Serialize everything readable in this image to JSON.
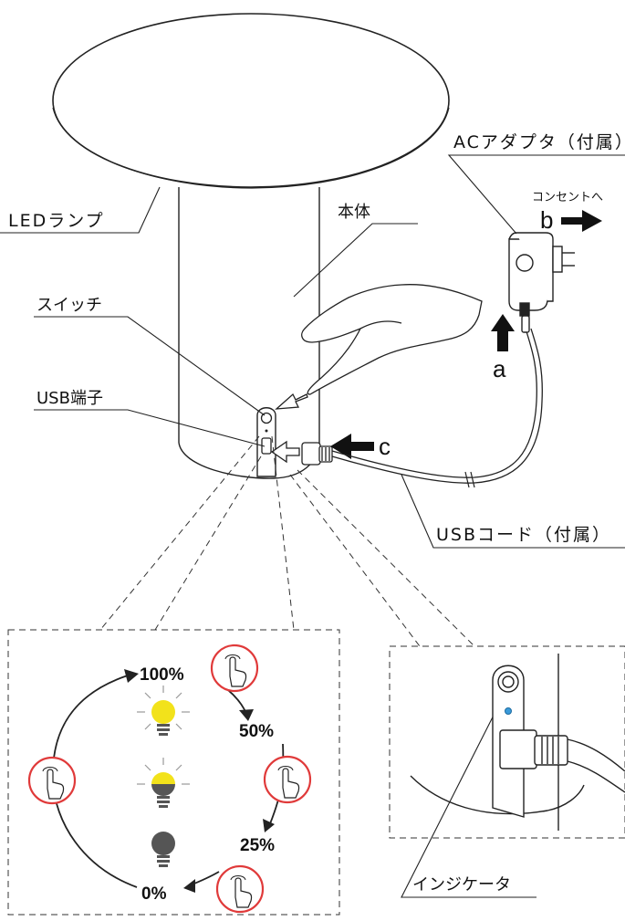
{
  "labels": {
    "led_lamp": "LEDランプ",
    "body": "本体",
    "switch": "スイッチ",
    "usb_port": "USB端子",
    "ac_adapter": "ACアダプタ（付属）",
    "to_outlet": "コンセントへ",
    "usb_cord": "USBコード（付属）",
    "indicator": "インジケータ"
  },
  "steps": {
    "a": "a",
    "b": "b",
    "c": "c"
  },
  "brightness_levels": [
    "100%",
    "50%",
    "25%",
    "0%"
  ],
  "colors": {
    "line": "#222222",
    "touch_ring": "#e03a3a",
    "bulb_on": "#f2e21b",
    "bulb_off": "#555555",
    "indicator_led": "#3a9ad9"
  }
}
